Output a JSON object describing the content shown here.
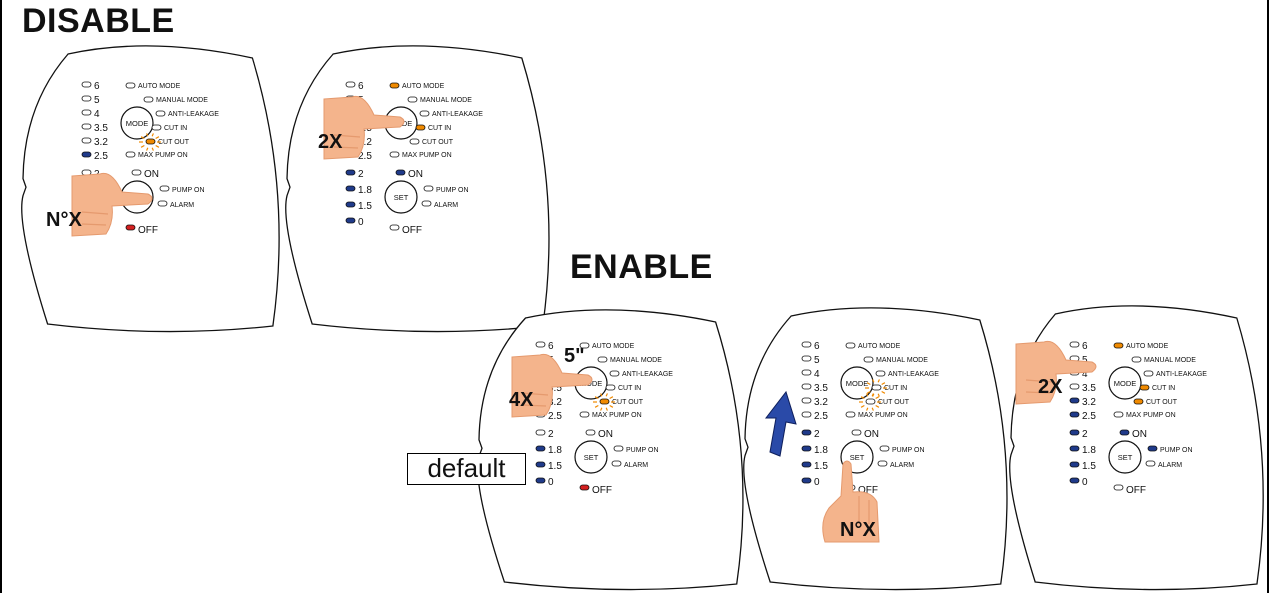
{
  "headings": {
    "disable": "DISABLE",
    "enable": "ENABLE"
  },
  "default_label": "default",
  "panel_labels": {
    "pressure_levels": [
      "6",
      "5",
      "4",
      "3.5",
      "3.2",
      "2.5",
      "2",
      "1.8",
      "1.5",
      "0"
    ],
    "modes": [
      "AUTO MODE",
      "MANUAL MODE",
      "ANTI-LEAKAGE",
      "CUT IN",
      "CUT OUT",
      "MAX PUMP ON"
    ],
    "on": "ON",
    "status": [
      "PUMP ON",
      "ALARM"
    ],
    "off": "OFF",
    "mode_button": "MODE",
    "set_button": "SET"
  },
  "press_counts": {
    "panel1": "N°X",
    "panel2": "2X",
    "panel3_count": "4X",
    "panel3_hold": "5\"",
    "panel4": "N°X",
    "panel5": "2X"
  },
  "colors": {
    "led_off": "#ffffff",
    "led_blue": "#1f3a8a",
    "led_orange": "#f08a00",
    "led_red": "#d42020",
    "finger": "#f4b48c",
    "finger_shadow": "#e59a6e",
    "arrow": "#2a4aa8"
  },
  "icons": [
    "hand-pointer-icon",
    "up-arrow-icon",
    "blink-indicator-icon"
  ]
}
